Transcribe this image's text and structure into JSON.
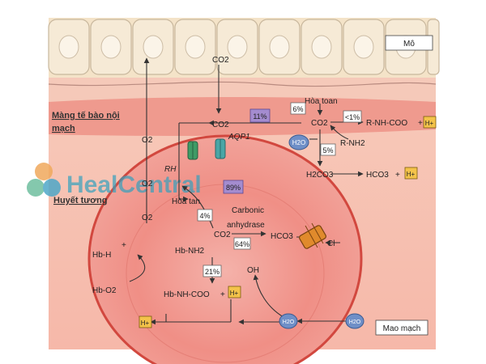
{
  "labels": {
    "tissue": "Mô",
    "endothelium": "Màng tế bào nội",
    "endothelium2": "mạch",
    "plasma": "Huyết tương",
    "capillary": "Mao mạch"
  },
  "watermark": "HealCentral",
  "species": {
    "o2_top": "O2",
    "o2_mid": "O2",
    "o2_low": "O2",
    "co2_top": "CO2",
    "co2_mid": "CO2",
    "co2_rbc": "CO2",
    "co2_right": "CO2",
    "aqp1": "AQP1",
    "rh": "RH",
    "hoa_tan_top": "Hòa toan",
    "hoa_tan_rbc": "Hòa tan",
    "carbonic1": "Carbonic",
    "carbonic2": "anhydrase",
    "hco3_rbc": "HCO3",
    "cl": "Cl",
    "hbh": "Hb-H",
    "hbo2": "Hb-O2",
    "hbnh2": "Hb-NH2",
    "hbcoo": "Hb-NH-COO",
    "plus": "+",
    "oh": "OH",
    "h2o_left": "H2O",
    "h2o_rbc": "H2O",
    "h2o_right": "H2O",
    "rnhcoo": "R-NH-COO",
    "rnh2": "R-NH2",
    "h2co3": "H2CO3",
    "hco3_right": "HCO3",
    "hplus": "H+"
  },
  "percents": {
    "p11": "11%",
    "p89": "89%",
    "p6": "6%",
    "p1": "<1%",
    "p5": "5%",
    "p4": "4%",
    "p64": "64%",
    "p21": "21%"
  }
}
